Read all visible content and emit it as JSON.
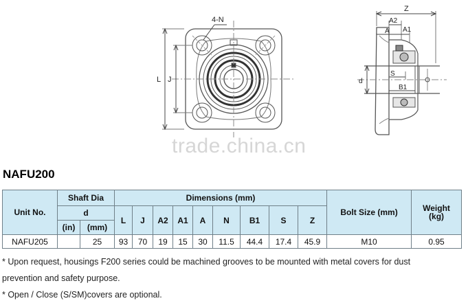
{
  "drawing": {
    "front_labels": {
      "bolt_holes": "4-N",
      "l": "L",
      "j": "J"
    },
    "side_labels": {
      "z": "Z",
      "a2": "A2",
      "a1": "A1",
      "a": "A",
      "s": "S",
      "b1": "B1",
      "d": "d"
    }
  },
  "watermark": "trade.china.cn",
  "model_title": "NAFU200",
  "table": {
    "header": {
      "unit_no": "Unit No.",
      "shaft_dia": "Shaft Dia",
      "d": "d",
      "in": "(in)",
      "mm": "(mm)",
      "dimensions": "Dimensions (mm)",
      "dim_cols": [
        "L",
        "J",
        "A2",
        "A1",
        "A",
        "N",
        "B1",
        "S",
        "Z"
      ],
      "bolt_size": "Bolt Size (mm)",
      "weight": "Weight",
      "weight_unit": "(kg)"
    },
    "rows": [
      {
        "unit": "NAFU205",
        "in": "",
        "mm": "25",
        "dims": [
          "93",
          "70",
          "19",
          "15",
          "30",
          "11.5",
          "44.4",
          "17.4",
          "45.9"
        ],
        "bolt": "M10",
        "weight": "0.95"
      }
    ]
  },
  "notes": [
    "* Upon request, housings F200 series could be machined grooves to be mounted with metal covers for dust",
    "prevention and safety purpose.",
    "* Open / Close (S/SM)covers are optional."
  ]
}
